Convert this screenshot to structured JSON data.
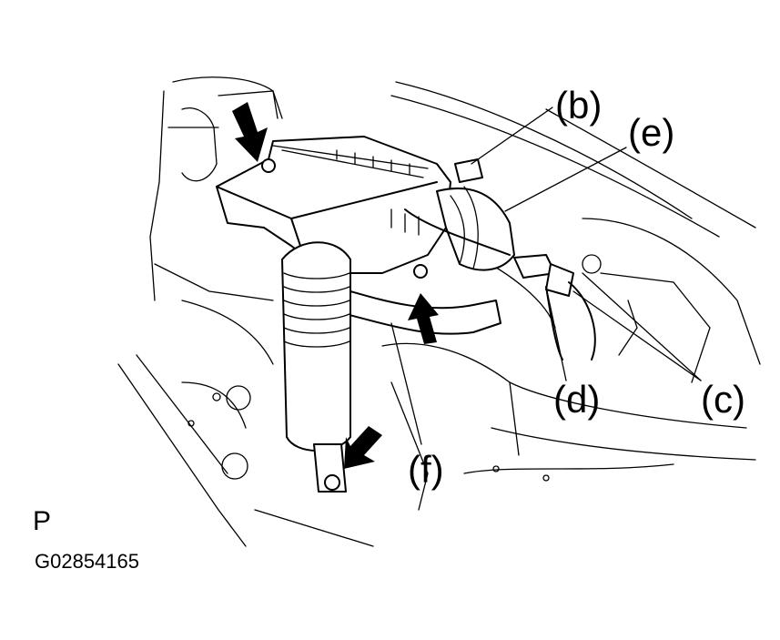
{
  "labels": {
    "b": "(b)",
    "e": "(e)",
    "c": "(c)",
    "d": "(d)",
    "f": "(f)"
  },
  "view_letter": "P",
  "figure_code": "G02854165"
}
